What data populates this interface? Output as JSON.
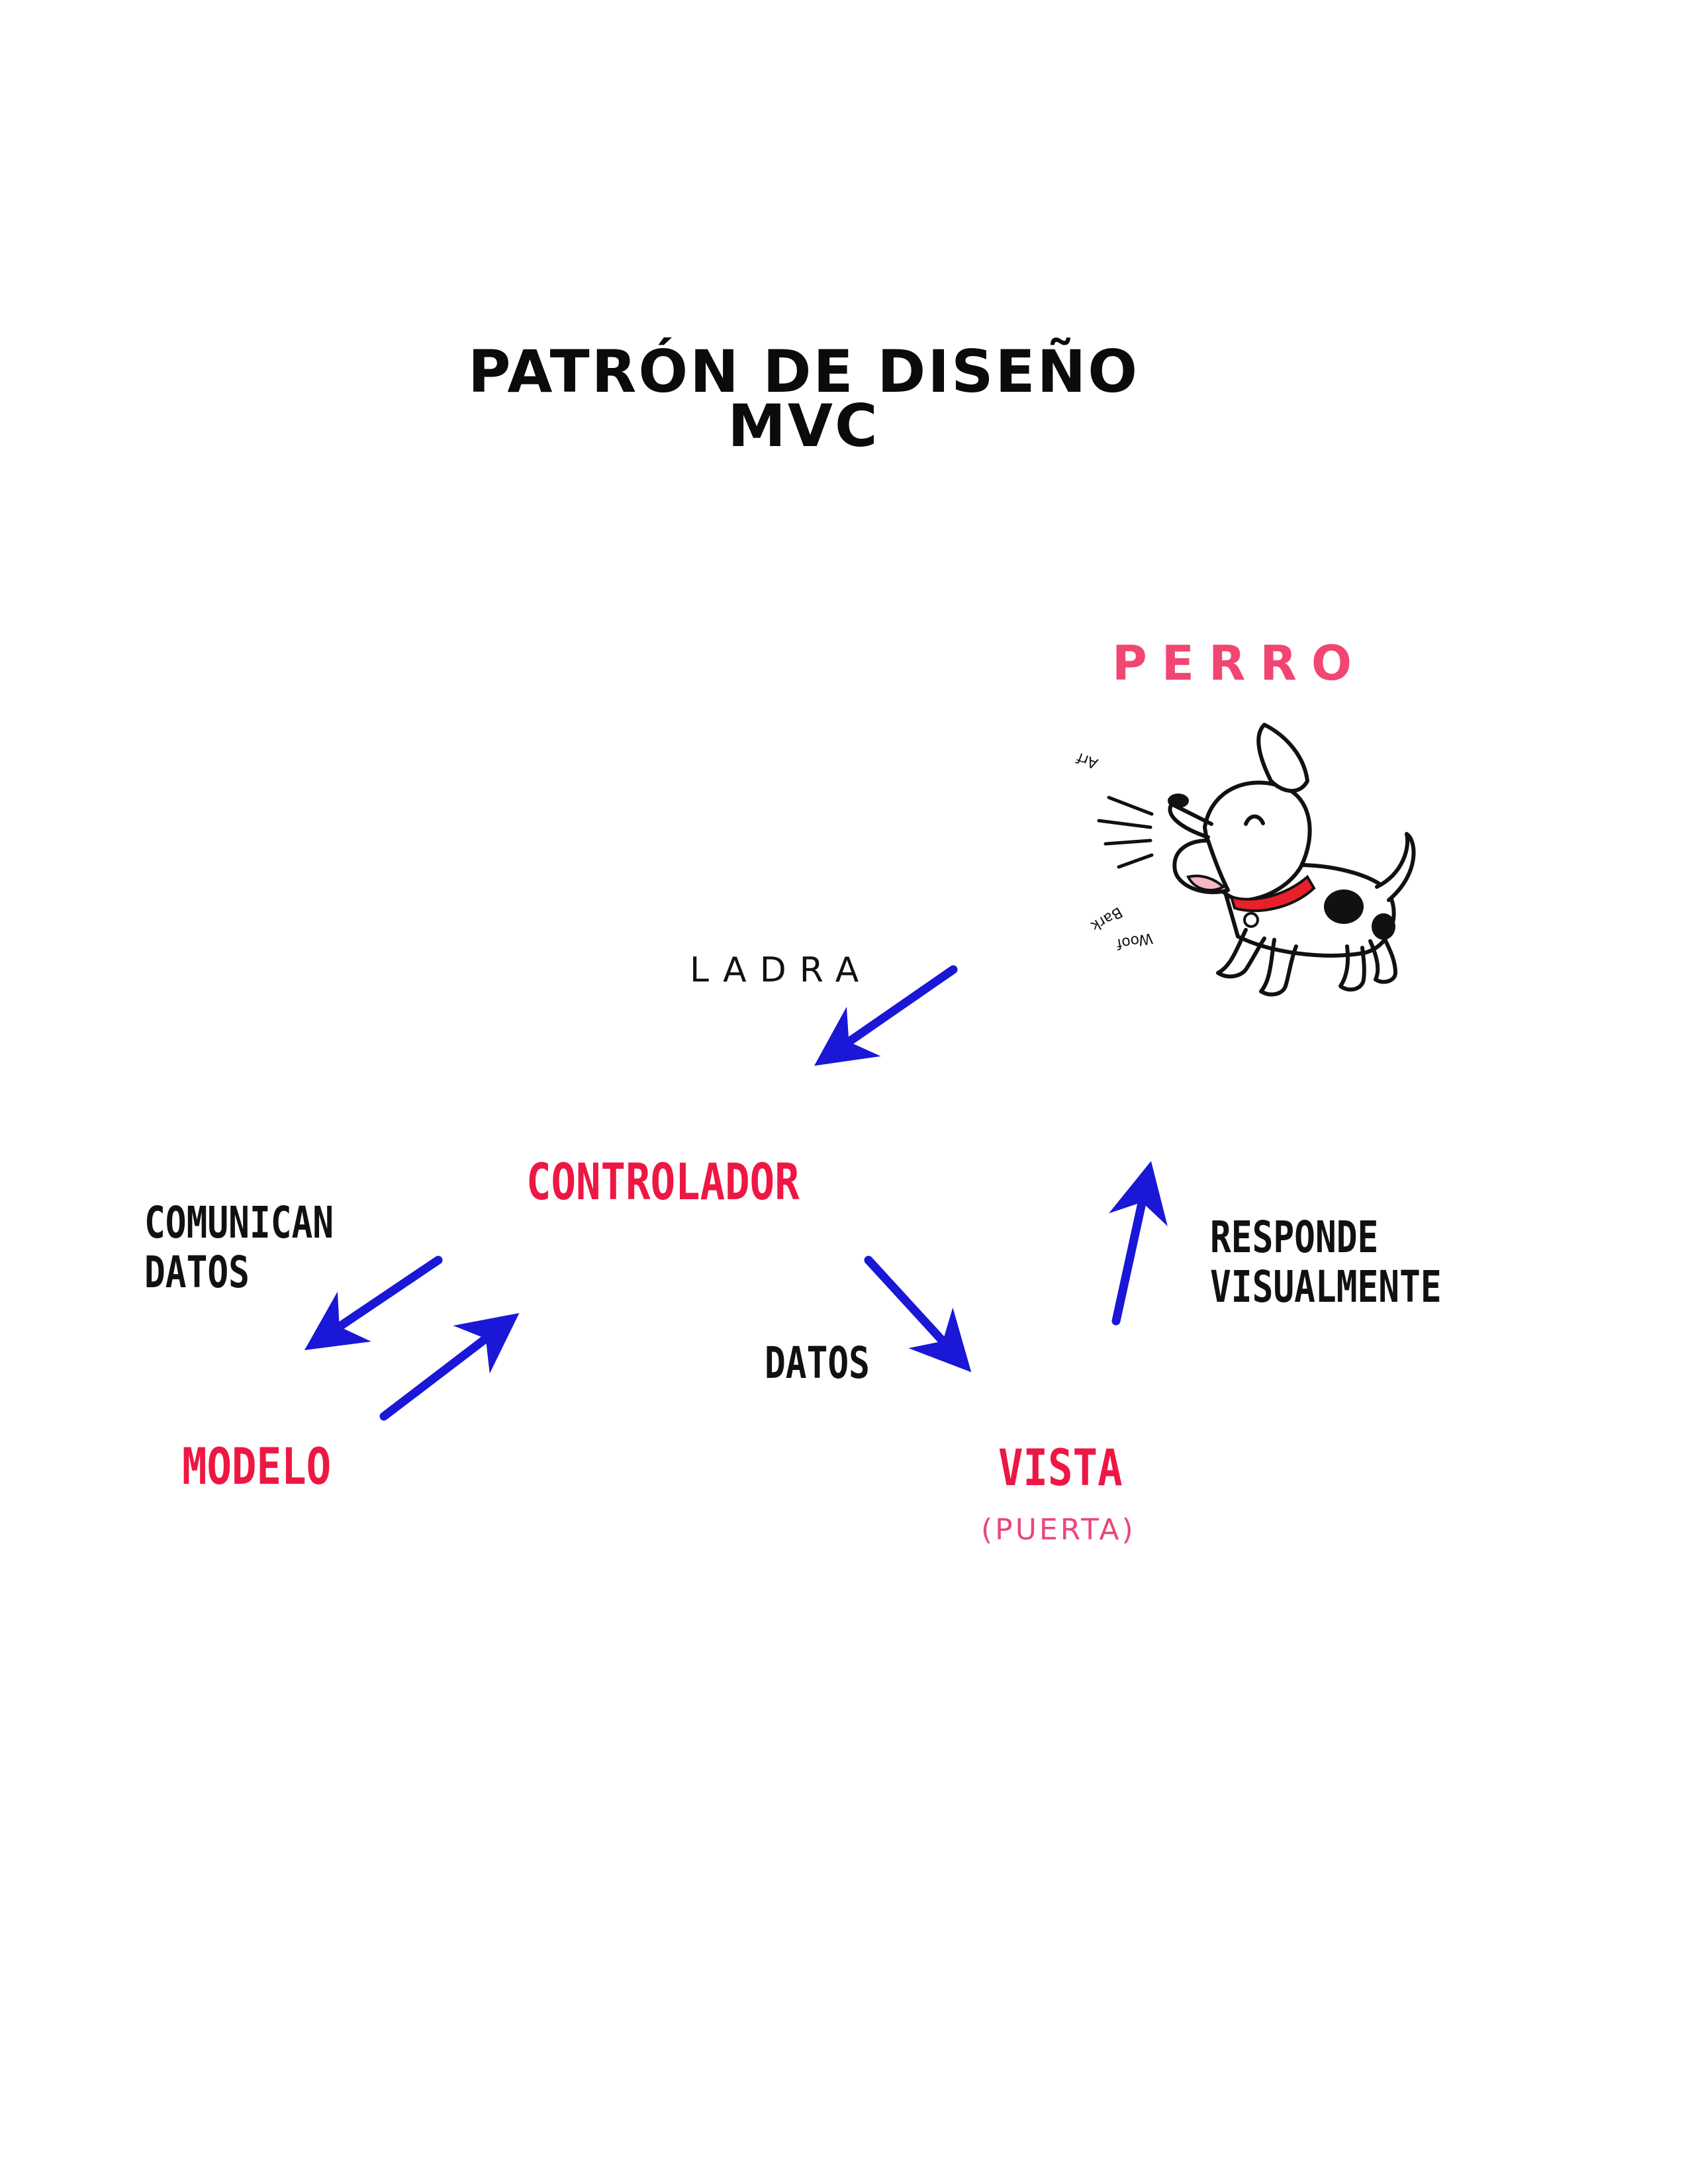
{
  "title": {
    "line1": "PATRÓN DE DISEÑO",
    "line2": "MVC"
  },
  "nodes": {
    "perro": "PERRO",
    "controlador": "CONTROLADOR",
    "modelo": "MODELO",
    "vista": "VISTA",
    "vista_sub": "(PUERTA)"
  },
  "edges": {
    "ladra": "LADRA",
    "comunican_line1": "COMUNICAN",
    "comunican_line2": "DATOS",
    "datos": "DATOS",
    "responde_line1": "RESPONDE",
    "responde_line2": "VISUALMENTE"
  },
  "dog": {
    "icon": "barking-dog-icon",
    "sounds": [
      "Arf",
      "Bark",
      "Woof"
    ]
  },
  "colors": {
    "node_text": "#ee1744",
    "perro_text": "#f14672",
    "arrow": "#1a17d6",
    "label_text": "#111111",
    "collar": "#e8202a"
  }
}
